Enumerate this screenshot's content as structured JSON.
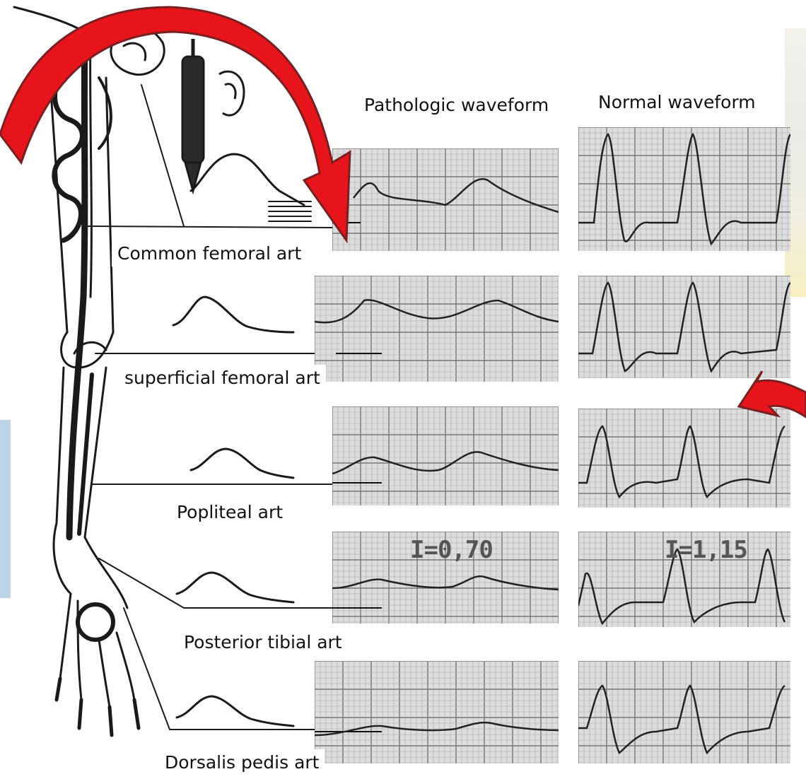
{
  "headers": {
    "pathologic": "Pathologic waveform",
    "normal": "Normal waveform"
  },
  "arteries": [
    {
      "label": "Common femoral art"
    },
    {
      "label": "superficial femoral art"
    },
    {
      "label": "Popliteal art"
    },
    {
      "label": "Posterior tibial art"
    },
    {
      "label": "Dorsalis pedis art"
    }
  ],
  "indices": {
    "pathologic": "I=0,70",
    "normal": "I=1,15"
  },
  "colors": {
    "arrow_red": "#e8141b",
    "arrow_outline": "#7a2020",
    "grid_paper": "#d9d9d9",
    "side_box": "#bcd4ea"
  }
}
